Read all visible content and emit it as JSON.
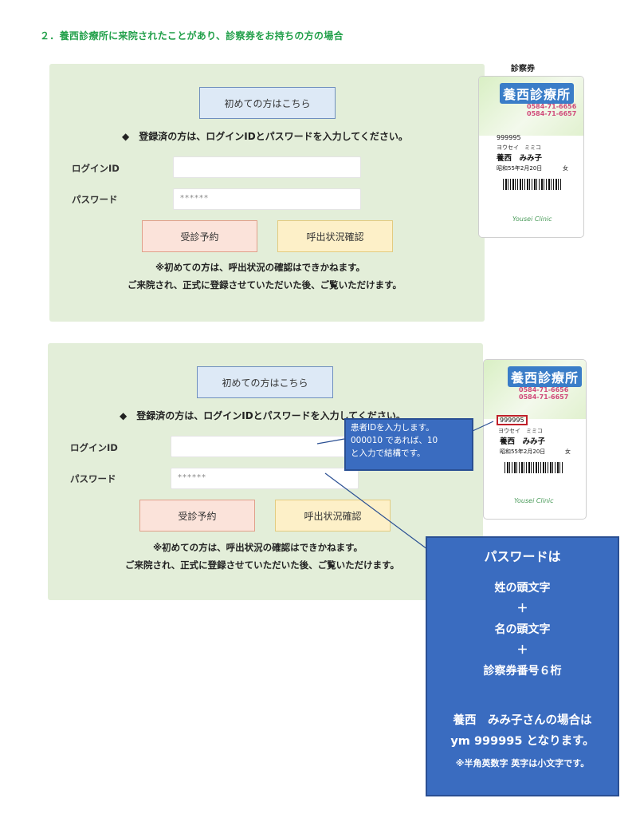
{
  "heading": "２．養西診療所に来院されたことがあり、診察券をお持ちの方の場合",
  "card_caption": "診察券",
  "first_button": "初めての方はこちら",
  "login_notice": "◆　登録済の方は、ログインIDとパスワードを入力してください。",
  "login_id_label": "ログインID",
  "password_label": "パスワード",
  "password_mask": "******",
  "reserve_button": "受診予約",
  "call_status_button": "呼出状況確認",
  "note_line1": "※初めての方は、呼出状況の確認はできかねます。",
  "note_line2": "ご来院され、正式に登録させていただいた後、ご覧いただけます。",
  "card": {
    "clinic_name": "養西診療所",
    "phone1": "0584-71-6656",
    "phone2": "0584-71-6657",
    "patient_id": "999995",
    "kana": "ヨウセイ　ミミコ",
    "name": "養西　みみ子",
    "dob": "昭和55年2月20日",
    "sex": "女",
    "logo": "Yousei Clinic"
  },
  "callout_id": {
    "line1": "患者IDを入力します。",
    "line2": "000010 であれば、10",
    "line3": "と入力で結構です。"
  },
  "callout_pw": {
    "title": "パスワードは",
    "line1": "姓の頭文字",
    "plus": "＋",
    "line2": "名の頭文字",
    "line3": "診察券番号６桁",
    "example1": "養西　みみ子さんの場合は",
    "example2": "ym 999995 となります。",
    "footnote": "※半角英数字 英字は小文字です。"
  }
}
